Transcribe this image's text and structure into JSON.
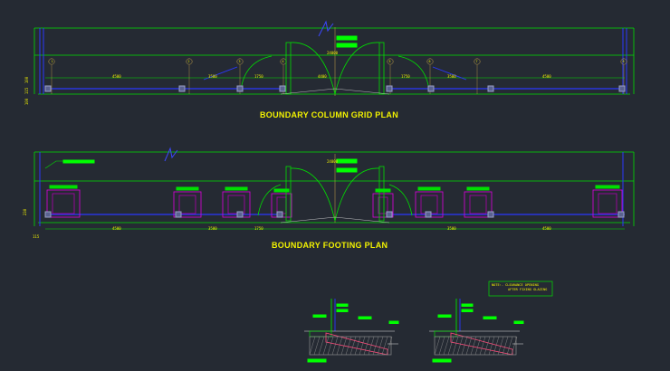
{
  "drawing": {
    "background": "#252a33",
    "colors": {
      "outline": "#00e000",
      "column": "#2a38ff",
      "footing": "#e000e0",
      "text": "#f2f200",
      "axis": "#c9a64a",
      "white": "#e6e6e6",
      "label_bar": "#00ff00"
    }
  },
  "views": {
    "column_grid_plan": {
      "title": "BOUNDARY COLUMN GRID PLAN"
    },
    "footing_plan": {
      "title": "BOUNDARY FOOTING  PLAN"
    }
  },
  "dimensions": {
    "top_overall": "24000",
    "top_segments": [
      "4500",
      "3500",
      "1750",
      "4400",
      "1750",
      "3500",
      "4500"
    ],
    "left_stack": [
      "100",
      "115",
      "100"
    ],
    "foot_segments": [
      "4500",
      "3500",
      "1750",
      "3500",
      "4500"
    ],
    "foot_left_stack": [
      "230",
      "115"
    ]
  },
  "notes": {
    "line1": "NOTE:- CLEARANCE OPENING",
    "line2": "AFTER FIXING GLAZING"
  },
  "grid_bubbles": [
    "1",
    "2",
    "3",
    "4",
    "5",
    "6",
    "7",
    "8"
  ]
}
